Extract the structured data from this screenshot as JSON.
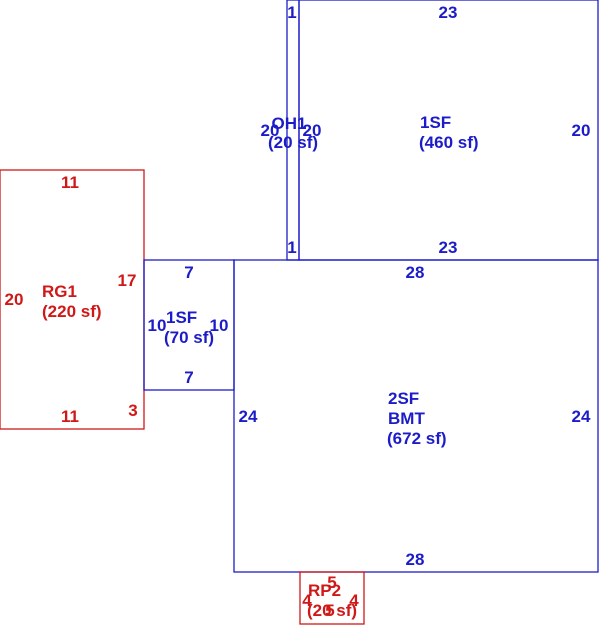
{
  "colors": {
    "living": "#1c1cc8",
    "garage": "#d01818"
  },
  "areas": {
    "oh1": {
      "name": "OH1",
      "area": "(20 sf)",
      "dims": {
        "left": "20",
        "right": "20",
        "top": "1",
        "bottom": "1"
      }
    },
    "sf460": {
      "name": "1SF",
      "area": "(460 sf)",
      "dims": {
        "top": "23",
        "bottom": "23",
        "right": "20"
      }
    },
    "rg1": {
      "name": "RG1",
      "area": "(220 sf)",
      "dims": {
        "top": "11",
        "bottom": "11",
        "left": "20",
        "right": "17",
        "step": "3"
      }
    },
    "sf70": {
      "name": "1SF",
      "area": "(70 sf)",
      "dims": {
        "top": "7",
        "bottom": "7",
        "left": "10",
        "right": "10"
      }
    },
    "bmt": {
      "line1": "2SF",
      "line2": "BMT",
      "area": "(672 sf)",
      "dims": {
        "top": "28",
        "bottom": "28",
        "left": "24",
        "right": "24"
      }
    },
    "rp2": {
      "name": "RP2",
      "area": "(20 sf)",
      "dims": {
        "top": "5",
        "bottom": "5",
        "left": "4",
        "right": "4"
      }
    }
  }
}
